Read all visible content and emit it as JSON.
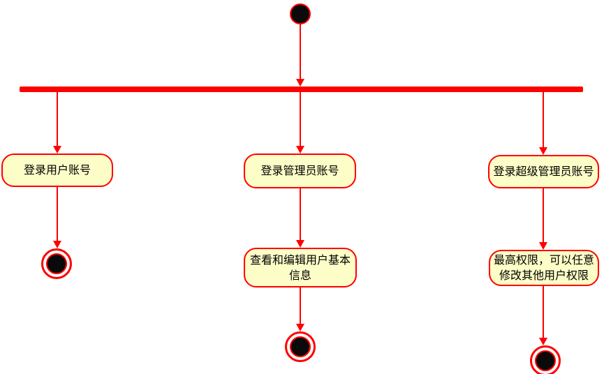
{
  "diagram": {
    "kind": "uml-activity-diagram",
    "colors": {
      "background": "#ffffff",
      "edge": "#ff0000",
      "fork_bar": "#ff0000",
      "activity_fill": "#fdfdc8",
      "activity_border": "#ff0000",
      "activity_text": "#000000",
      "terminal_fill": "#0a0a0a",
      "terminal_ring": "#ff0000"
    },
    "start_node": {
      "type": "initial"
    },
    "fork_bar": {
      "type": "fork"
    },
    "branches": [
      {
        "id": "user",
        "activity1": "登录用户账号",
        "terminal": "final"
      },
      {
        "id": "admin",
        "activity1": "登录管理员账号",
        "activity2": "查看和编辑用户基本信息",
        "terminal": "final"
      },
      {
        "id": "super-admin",
        "activity1": "登录超级管理员账号",
        "activity2": "最高权限，可以任意修改其他用户权限",
        "terminal": "final"
      }
    ]
  }
}
